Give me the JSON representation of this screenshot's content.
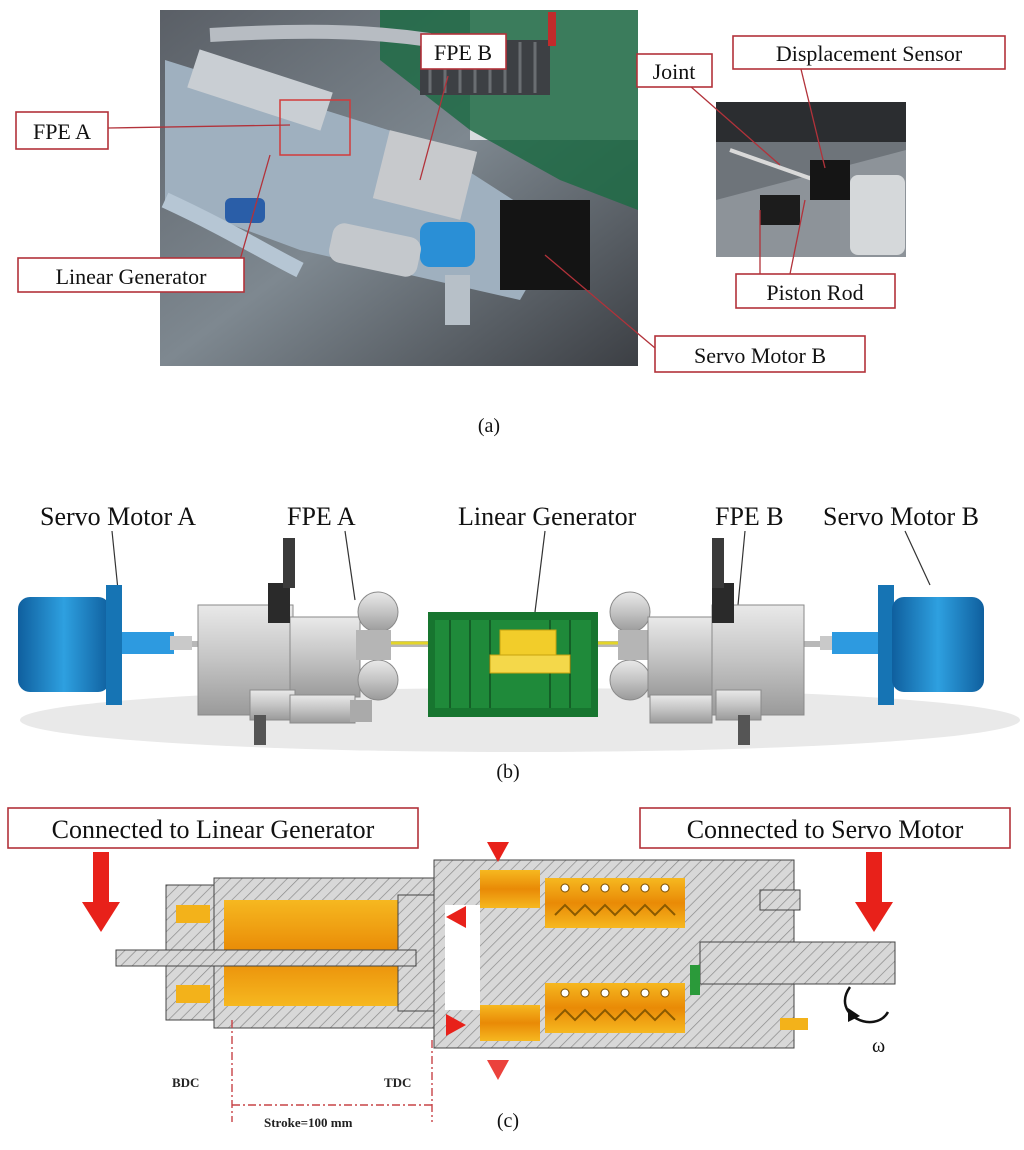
{
  "panel_a": {
    "labels": {
      "fpe_a": "FPE A",
      "fpe_b": "FPE B",
      "joint": "Joint",
      "displacement_sensor": "Displacement Sensor",
      "linear_generator": "Linear Generator",
      "piston_rod": "Piston Rod",
      "servo_motor_b": "Servo Motor B"
    },
    "caption": "(a)"
  },
  "panel_b": {
    "labels": {
      "servo_motor_a": "Servo Motor A",
      "fpe_a": "FPE A",
      "linear_generator": "Linear Generator",
      "fpe_b": "FPE B",
      "servo_motor_b": "Servo Motor B"
    },
    "caption": "(b)"
  },
  "panel_c": {
    "labels": {
      "connected_generator": "Connected to Linear Generator",
      "connected_servo": "Connected to Servo Motor",
      "bdc": "BDC",
      "tdc": "TDC",
      "stroke": "Stroke=100 mm",
      "omega": "ω"
    },
    "caption": "(c)"
  },
  "colors": {
    "label_border": "#b2323a",
    "motor_blue": "#1e88c8",
    "generator_green": "#1f8a3a",
    "cut_orange": "#f2a20c",
    "arrow_red": "#e8211a"
  }
}
